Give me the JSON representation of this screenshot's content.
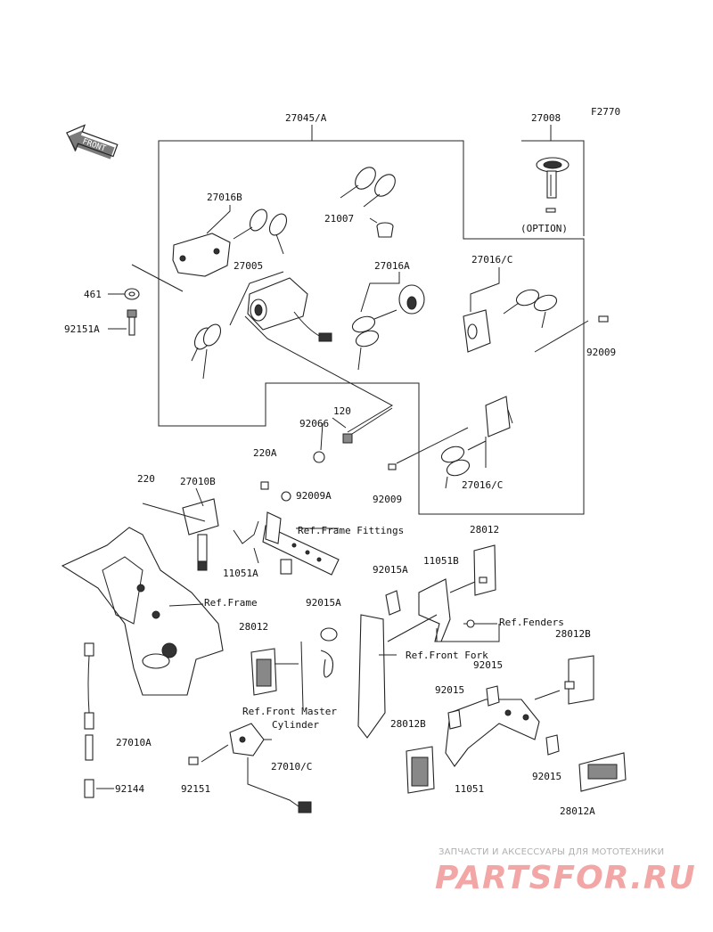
{
  "figure_code": "F2770",
  "front_label": "FRONT",
  "option_label": "(OPTION)",
  "watermark": {
    "line1": "ЗАПЧАСТИ И АКСЕССУАРЫ ДЛЯ МОТОТЕХНИКИ",
    "brand": "PARTSFOR.RU"
  },
  "labels": {
    "p27045A": "27045/A",
    "p27008": "27008",
    "p27016B": "27016B",
    "p21007": "21007",
    "p27005": "27005",
    "p27016A": "27016A",
    "p27016C_top": "27016/C",
    "p461": "461",
    "p92151A": "92151A",
    "p92009_right": "92009",
    "p120": "120",
    "p92066": "92066",
    "p220A": "220A",
    "p92009_low": "92009",
    "p27016C_low": "27016/C",
    "p220": "220",
    "p27010B": "27010B",
    "p92009A": "92009A",
    "p11051A": "11051A",
    "p28012_top": "28012",
    "p11051B": "11051B",
    "p92015A_1": "92015A",
    "p92015A_2": "92015A",
    "p28012_left": "28012",
    "p28012B_right": "28012B",
    "p92015_1": "92015",
    "p92015_2": "92015",
    "p27010A": "27010A",
    "p28012B_mid": "28012B",
    "p92144": "92144",
    "p92151": "92151",
    "p27010C": "27010/C",
    "p11051": "11051",
    "p92015_3": "92015",
    "p28012A": "28012A"
  },
  "refs": {
    "frame_fittings": "Ref.Frame Fittings",
    "frame": "Ref.Frame",
    "fenders": "Ref.Fenders",
    "front_fork": "Ref.Front Fork",
    "master_cyl_1": "Ref.Front Master",
    "master_cyl_2": "Cylinder"
  }
}
